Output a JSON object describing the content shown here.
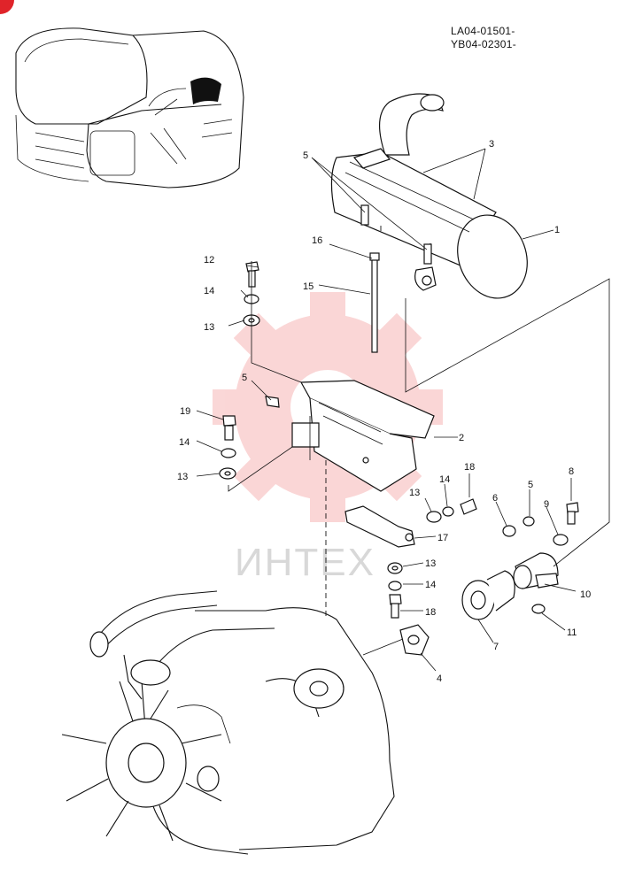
{
  "header": {
    "serial_line_1": "LA04-01501-",
    "serial_line_2": "YB04-02301-"
  },
  "watermark": {
    "text": "ИНТЕХ",
    "color": "#f28b8b"
  },
  "badge_color": "#e0242a",
  "callouts": [
    "1",
    "2",
    "3",
    "4",
    "5",
    "5",
    "5",
    "6",
    "7",
    "8",
    "9",
    "10",
    "11",
    "12",
    "13",
    "13",
    "13",
    "13",
    "14",
    "14",
    "14",
    "14",
    "15",
    "16",
    "17",
    "18",
    "18",
    "19"
  ]
}
